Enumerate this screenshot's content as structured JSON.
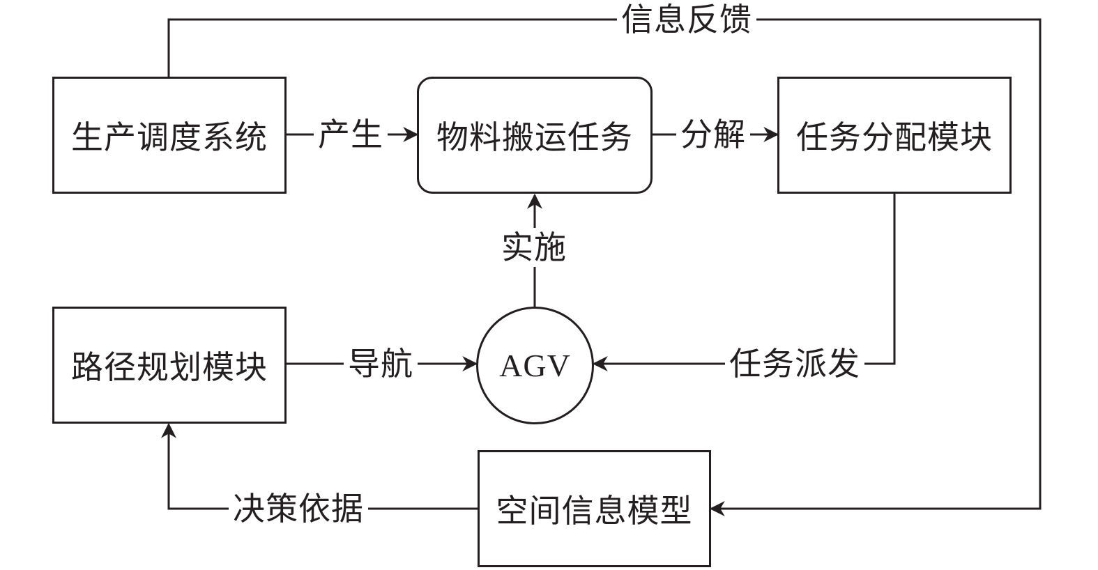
{
  "nodes": {
    "production_scheduling": "生产调度系统",
    "material_handling_task": "物料搬运任务",
    "task_allocation": "任务分配模块",
    "path_planning": "路径规划模块",
    "agv": "AGV",
    "spatial_info_model": "空间信息模型"
  },
  "edges": {
    "generate": "产生",
    "decompose": "分解",
    "implement": "实施",
    "navigate": "导航",
    "dispatch": "任务派发",
    "decision_basis": "决策依据",
    "info_feedback": "信息反馈"
  },
  "colors": {
    "line": "#231f20",
    "background": "#ffffff"
  }
}
